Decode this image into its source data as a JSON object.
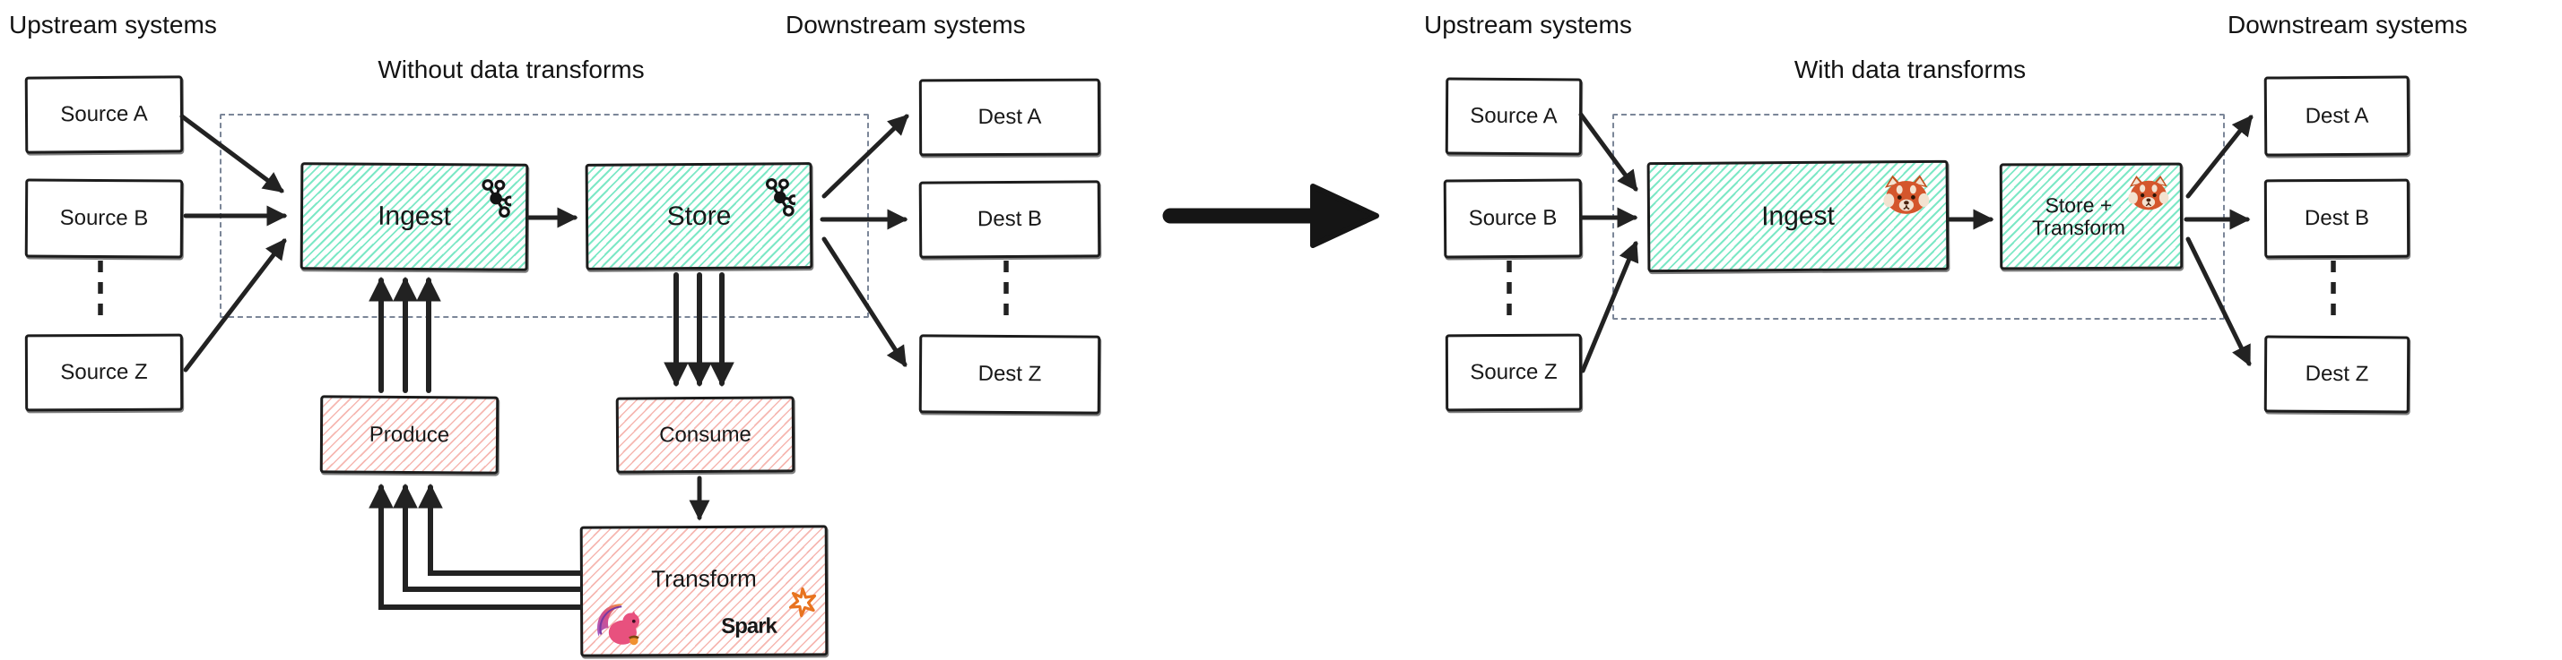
{
  "diagram": {
    "left": {
      "section_upstream": "Upstream systems",
      "section_downstream": "Downstream systems",
      "title": "Without data transforms",
      "sources": [
        "Source A",
        "Source B",
        "Source Z"
      ],
      "dests": [
        "Dest A",
        "Dest B",
        "Dest Z"
      ],
      "ingest": "Ingest",
      "store": "Store",
      "produce": "Produce",
      "consume": "Consume",
      "transform": "Transform",
      "spark_wordmark": "Spark"
    },
    "right": {
      "section_upstream": "Upstream systems",
      "section_downstream": "Downstream systems",
      "title": "With data transforms",
      "sources": [
        "Source A",
        "Source B",
        "Source Z"
      ],
      "dests": [
        "Dest A",
        "Dest B",
        "Dest Z"
      ],
      "ingest": "Ingest",
      "store_transform": {
        "line1": "Store +",
        "line2": "Transform"
      }
    },
    "icons": {
      "kafka": "apache-kafka-logo",
      "flink": "apache-flink-squirrel-logo",
      "spark": "apache-spark-logo",
      "redpanda": "red-panda-face-emoji"
    },
    "colors": {
      "box_teal_hatch": "#7de8c6",
      "box_pink_hatch": "#f6b7b1",
      "stroke": "#1c1c1c",
      "dashed_boundary": "#7b8698",
      "spark_orange": "#e8731f"
    }
  }
}
